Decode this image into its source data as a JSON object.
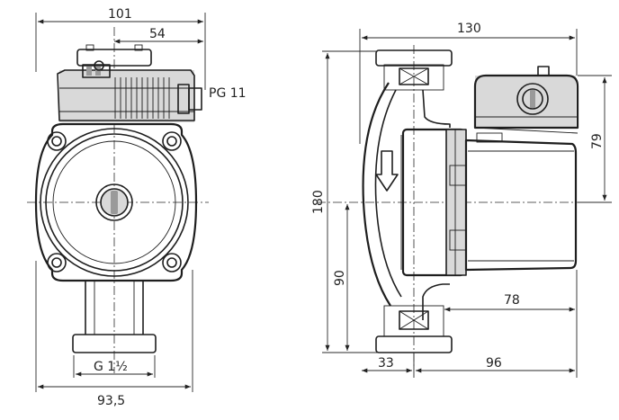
{
  "dimensions": {
    "front_width_top": "101",
    "front_offset": "54",
    "cable_gland": "PG 11",
    "pipe_thread": "G 1½",
    "front_width_bottom": "93,5",
    "side_length_top": "130",
    "side_height_total": "180",
    "side_height_motor": "79",
    "side_height_lower": "90",
    "side_depth_motor": "78",
    "side_left_offset": "33",
    "side_right_offset": "96"
  }
}
